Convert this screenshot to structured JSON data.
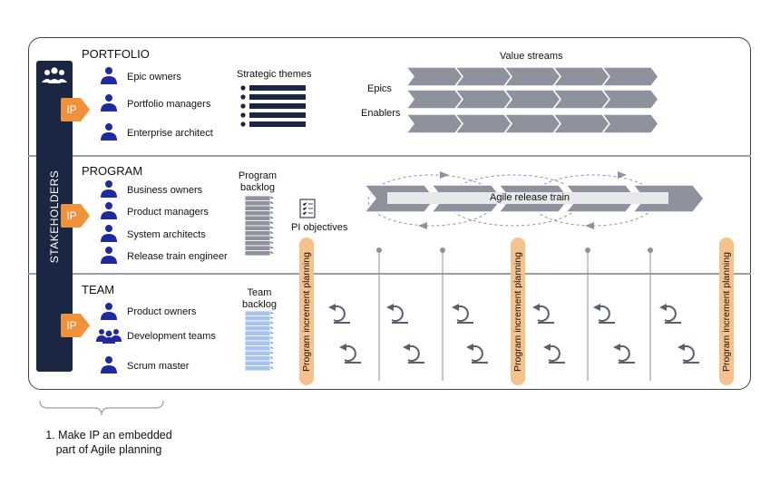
{
  "stakeholders_label": "STAKEHOLDERS",
  "ip_badge": "IP",
  "portfolio": {
    "title": "PORTFOLIO",
    "roles": [
      "Epic owners",
      "Portfolio managers",
      "Enterprise architect"
    ],
    "strategic_themes": "Strategic themes",
    "value_streams": "Value streams",
    "epics": "Epics",
    "enablers": "Enablers"
  },
  "program": {
    "title": "PROGRAM",
    "roles": [
      "Business owners",
      "Product managers",
      "System architects",
      "Release train engineer"
    ],
    "backlog": "Program backlog",
    "pi_objectives": "PI objectives",
    "art": "Agile release train"
  },
  "team": {
    "title": "TEAM",
    "roles": [
      "Product owners",
      "Development teams",
      "Scrum master"
    ],
    "backlog": "Team backlog"
  },
  "pi_planning": "Program increment planning",
  "footnote": "1. Make IP an embedded part of Agile planning",
  "colors": {
    "navy": "#1b2742",
    "person": "#1f2a9e",
    "orange": "#f0923a",
    "pi_bar": "#f6c28b",
    "chevron": "#8d929c"
  }
}
